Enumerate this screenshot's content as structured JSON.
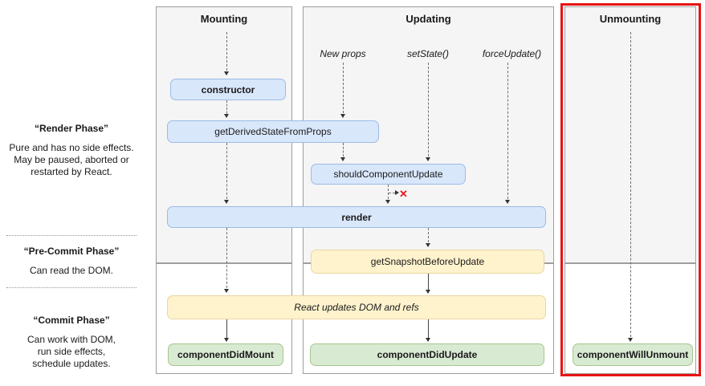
{
  "colors": {
    "blue_fill": "#d9e7fb",
    "blue_border": "#9bbbe6",
    "yellow_fill": "#fff3cd",
    "yellow_border": "#e9d79f",
    "green_fill": "#d9ead3",
    "green_border": "#a5c78e",
    "panel_top_fill": "#f5f5f5",
    "panel_bottom_fill": "#ffffff",
    "panel_border": "#9e9e9e",
    "highlight_red": "#e81313",
    "x_mark_red": "#e01b24"
  },
  "columns": {
    "mounting": "Mounting",
    "updating": "Updating",
    "unmounting": "Unmounting"
  },
  "triggers": {
    "new_props": "New props",
    "set_state": "setState()",
    "force_update": "forceUpdate()"
  },
  "methods": {
    "ctor": "constructor",
    "get_derived": "getDerivedStateFromProps",
    "should_update": "shouldComponentUpdate",
    "render": "render",
    "get_snapshot": "getSnapshotBeforeUpdate",
    "react_updates": "React updates DOM and refs",
    "did_mount": "componentDidMount",
    "did_update": "componentDidUpdate",
    "will_unmount": "componentWillUnmount"
  },
  "phases": {
    "render": {
      "title": "“Render Phase”",
      "lines": [
        "Pure and has no side effects.",
        "May be paused, aborted or",
        "restarted by React."
      ]
    },
    "pre_commit": {
      "title": "“Pre-Commit Phase”",
      "lines": [
        "Can read the DOM."
      ]
    },
    "commit": {
      "title": "“Commit Phase”",
      "lines": [
        "Can work with DOM,",
        "run side effects,",
        "schedule updates."
      ]
    }
  },
  "annotations": {
    "skip_update_mark": "✕"
  }
}
